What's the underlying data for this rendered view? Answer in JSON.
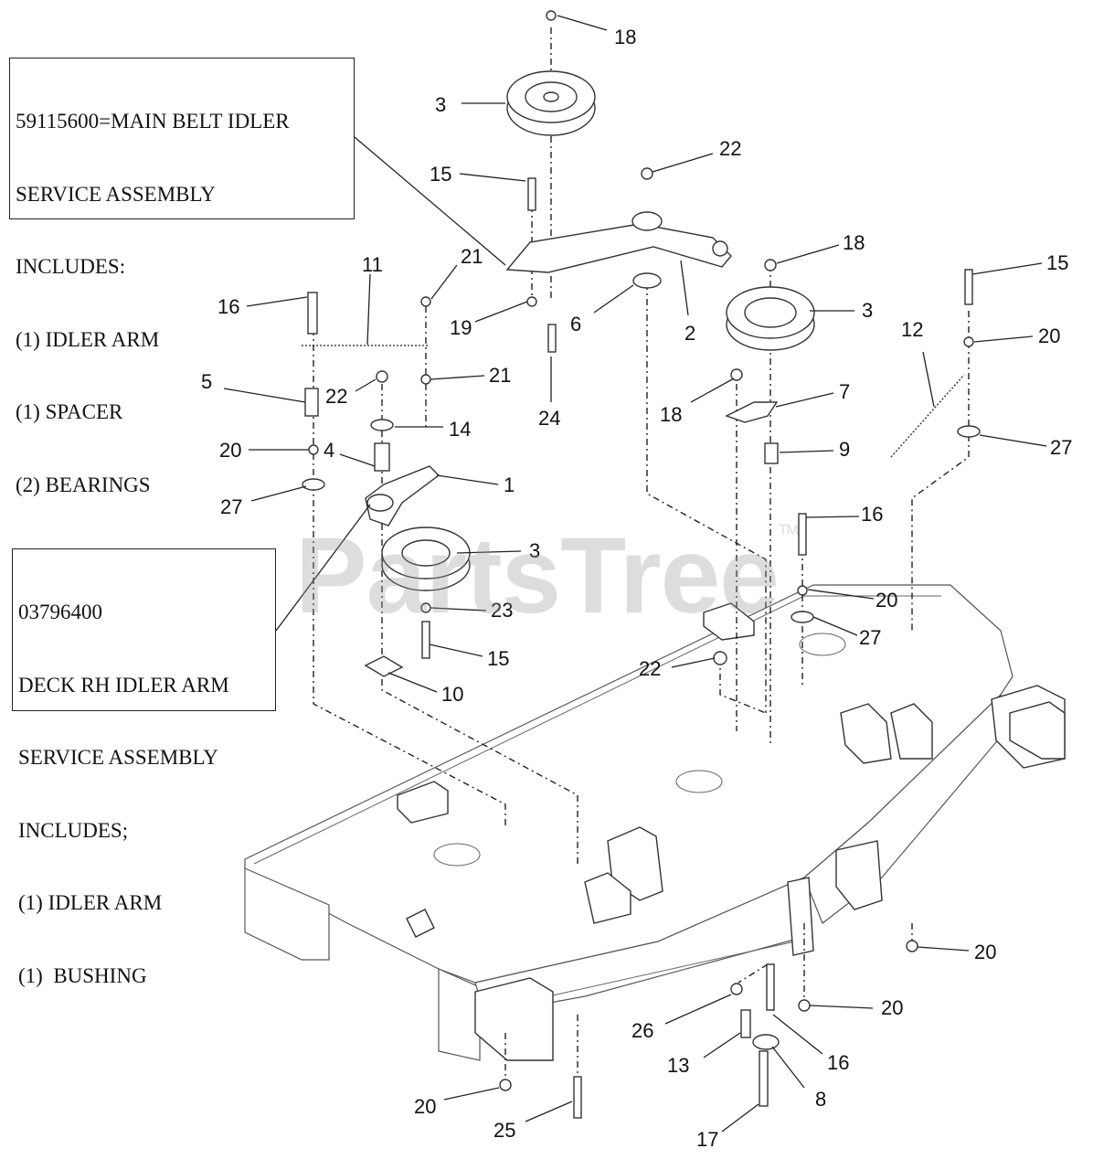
{
  "watermark": {
    "text": "PartsTree",
    "tm": "TM"
  },
  "notes": {
    "main_belt_idler": [
      "59115600=MAIN BELT IDLER",
      "SERVICE ASSEMBLY",
      "INCLUDES:",
      "(1) IDLER ARM",
      "(1) SPACER",
      "(2) BEARINGS"
    ],
    "deck_rh_idler": [
      "03796400",
      "DECK RH IDLER ARM",
      "SERVICE ASSEMBLY",
      "INCLUDES;",
      "(1) IDLER ARM",
      "(1)  BUSHING"
    ]
  },
  "callouts": [
    "18",
    "3",
    "22",
    "15",
    "18",
    "21",
    "2",
    "6",
    "3",
    "15",
    "11",
    "16",
    "19",
    "24",
    "12",
    "20",
    "22",
    "21",
    "5",
    "18",
    "7",
    "14",
    "4",
    "20",
    "9",
    "27",
    "1",
    "27",
    "3",
    "16",
    "20",
    "23",
    "27",
    "15",
    "10",
    "22",
    "20",
    "20",
    "16",
    "26",
    "13",
    "8",
    "20",
    "25",
    "17"
  ]
}
